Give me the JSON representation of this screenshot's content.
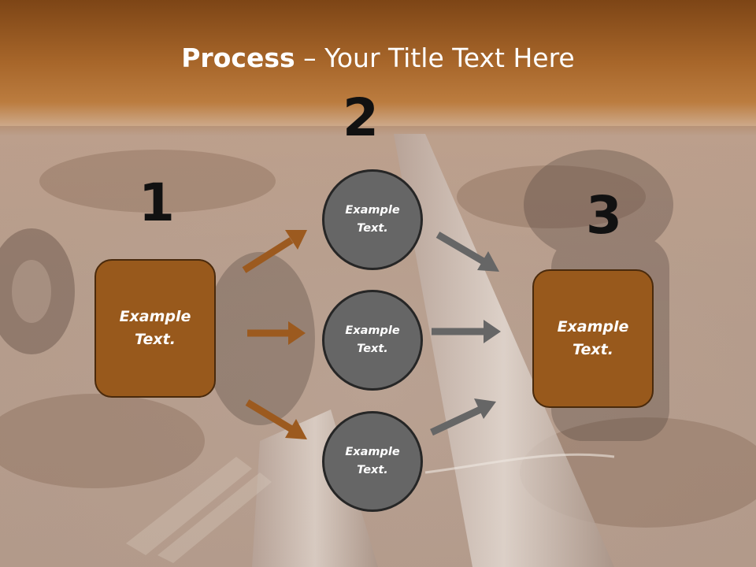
{
  "slide": {
    "title_bold": "Process",
    "title_rest": " – Your Title Text Here"
  },
  "steps": [
    {
      "number": "1",
      "label": "Example Text."
    },
    {
      "number": "2",
      "label": ""
    },
    {
      "number": "3",
      "label": "Example Text."
    }
  ],
  "circles": [
    {
      "label": "Example Text."
    },
    {
      "label": "Example Text."
    },
    {
      "label": "Example Text."
    }
  ],
  "colors": {
    "header_brown": "#8b4f1c",
    "box_fill": "#98591c",
    "box_border": "#4a2a0c",
    "circle_fill": "#666666",
    "circle_border": "#262626",
    "arrow_brown": "#9c5a1f",
    "arrow_gray": "#666666"
  }
}
